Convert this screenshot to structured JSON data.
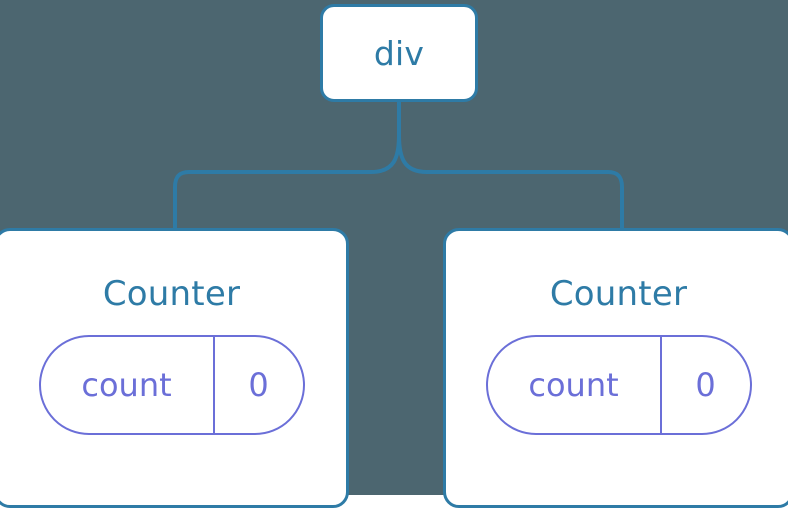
{
  "diagram": {
    "type": "component-tree",
    "background_color": "#4C6670",
    "node_border_color": "#2E7BA6",
    "node_fill_color": "#FFFFFF",
    "node_text_color": "#2E7BA6",
    "connector_color": "#2E7BA6",
    "pill_stroke_color": "#6B6FD8",
    "pill_text_color": "#6B6FD8",
    "root": {
      "label": "div"
    },
    "children": [
      {
        "label": "Counter",
        "state": {
          "key": "count",
          "value": "0"
        }
      },
      {
        "label": "Counter",
        "state": {
          "key": "count",
          "value": "0"
        }
      }
    ]
  }
}
